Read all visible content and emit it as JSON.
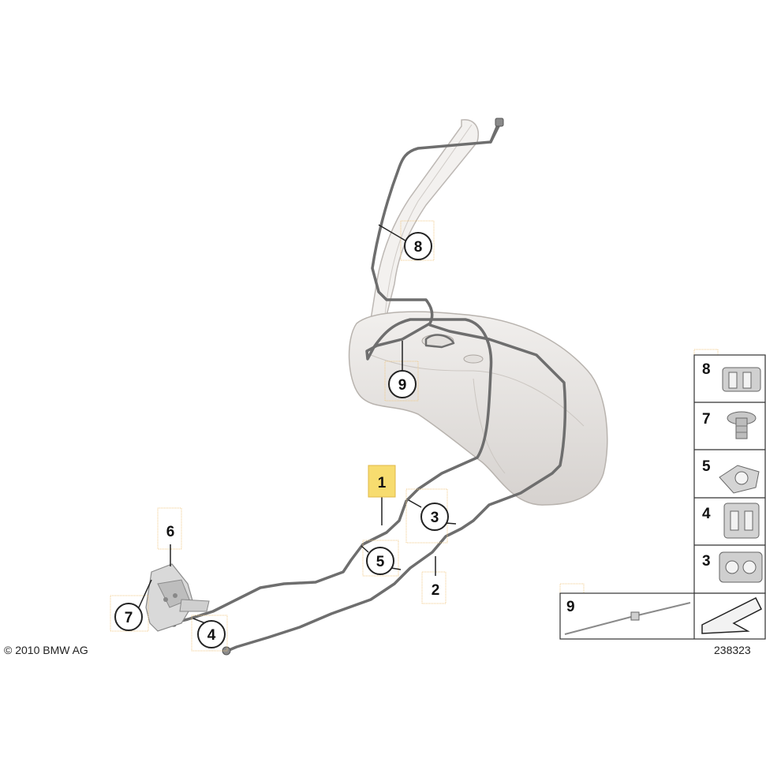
{
  "diagram": {
    "copyright": "© 2010 BMW AG",
    "image_number": "238323",
    "highlighted_callout": "1",
    "callouts": {
      "c1": "1",
      "c2": "2",
      "c3": "3",
      "c4": "4",
      "c5": "5",
      "c6": "6",
      "c7": "7",
      "c8": "8",
      "c9": "9"
    },
    "legend": {
      "items": [
        "8",
        "7",
        "5",
        "4",
        "3"
      ],
      "bottom_item": "9"
    },
    "colors": {
      "line": "#6e6e6e",
      "tank": "#e9e6e3",
      "highlight": "#f7dc6f",
      "dotted_box": "#f0c987"
    }
  }
}
